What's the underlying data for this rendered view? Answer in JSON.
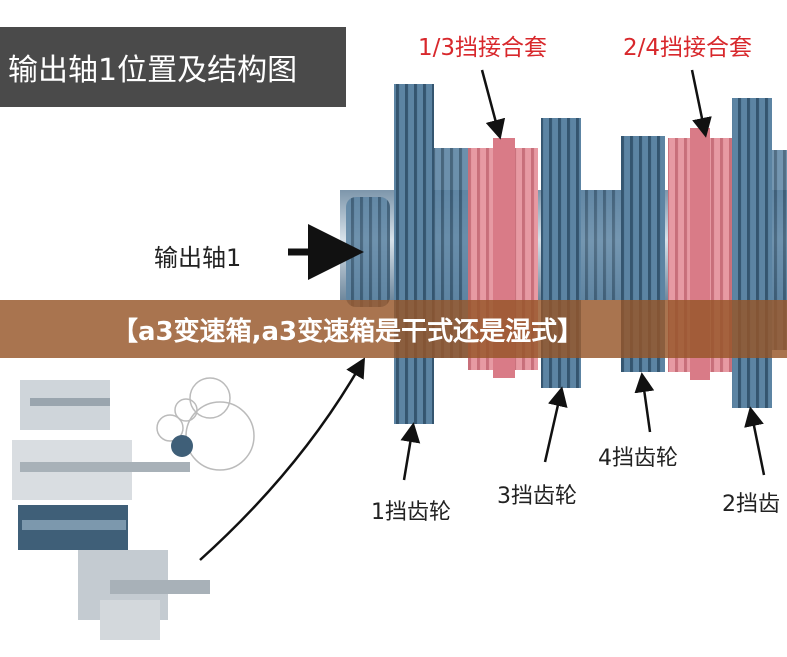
{
  "title": "输出轴1位置及结构图",
  "labels": {
    "sync_13": "1/3挡接合套",
    "sync_24": "2/4挡接合套",
    "output_shaft": "输出轴1",
    "gear_1": "1挡齿轮",
    "gear_3": "3挡齿轮",
    "gear_4": "4挡齿轮",
    "gear_2": "2挡齿"
  },
  "banner": "【a3变速箱,a3变速箱是干式还是湿式】",
  "colors": {
    "gear": "#4f7796",
    "gear_light": "#9db6c9",
    "sleeve": "#e08f98",
    "banner": "#96552a",
    "red_label": "#d8282c"
  }
}
